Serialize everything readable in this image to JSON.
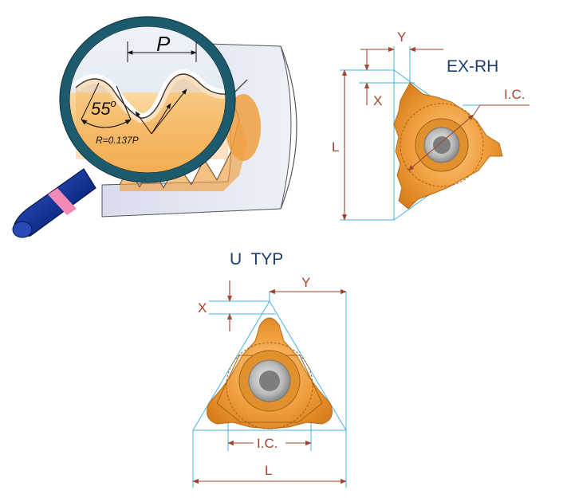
{
  "magnifier": {
    "pitch_label": "P",
    "angle_label": "55",
    "angle_unit": "o",
    "radius_label": "R=0.137P"
  },
  "ex_rh": {
    "title": "EX-RH",
    "dim_y": "Y",
    "dim_x": "X",
    "dim_l": "L",
    "dim_ic": "I.C."
  },
  "u_typ": {
    "title": "U  TYP",
    "dim_y": "Y",
    "dim_x": "X",
    "dim_l": "L",
    "dim_ic": "I.C."
  },
  "colors": {
    "orange": "#f0a040",
    "dim_line": "#a0452e",
    "construction_line": "#4ab0e0",
    "title": "#1d3e6e",
    "magnifier_rim": "#1c5a6e",
    "handle": "#0e2d8a",
    "handle_band": "#f28ab8"
  }
}
